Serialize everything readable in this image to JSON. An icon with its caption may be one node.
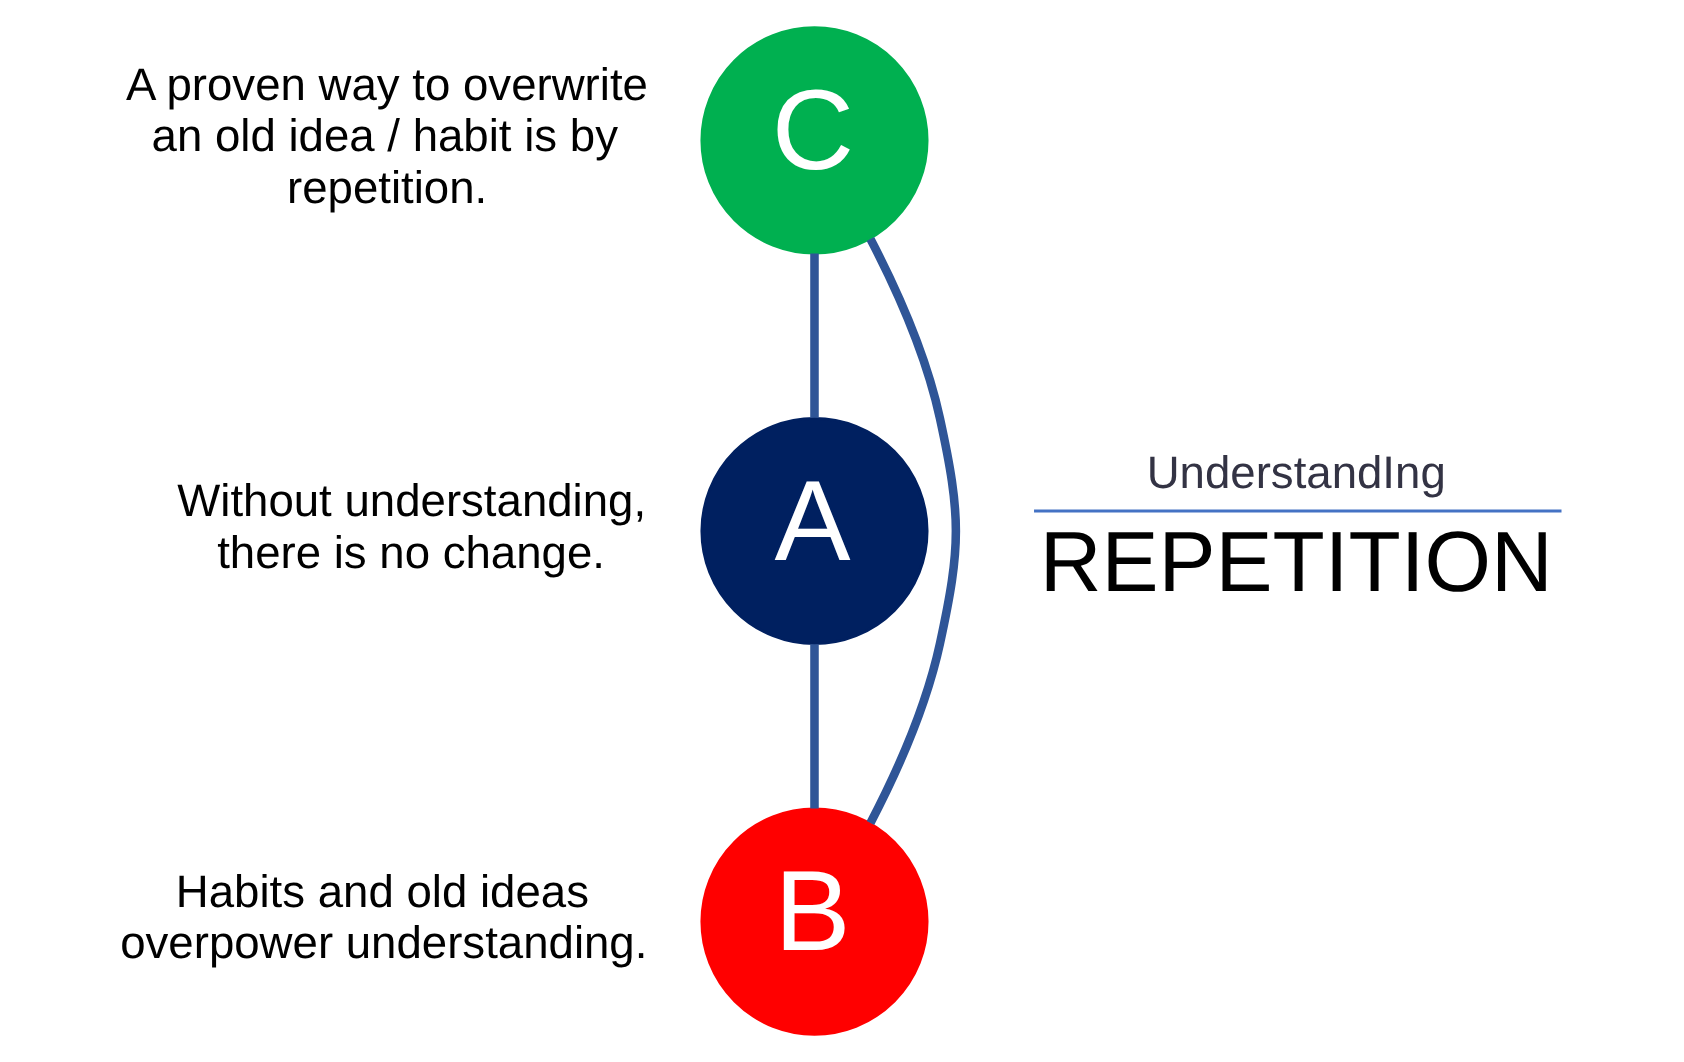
{
  "diagram": {
    "nodes": [
      {
        "text": [
          "A"
        ],
        "beside": [
          "Without understanding, there is no change."
        ]
      },
      {
        "text": [
          "B"
        ],
        "beside": [
          "Habits and old ideas overpower understanding."
        ]
      },
      {
        "text": [
          "C"
        ],
        "beside": [
          "A proven way to overwrite an old idea / habit is by repetition."
        ]
      }
    ],
    "edges": [
      {
        "from": 0,
        "to": 1,
        "arrow": "none"
      },
      {
        "from": 1,
        "to": 2,
        "arrow": "none"
      },
      {
        "from": 2,
        "to": 0,
        "arrow": "none"
      }
    ],
    "labels": [
      "UnderstandIng",
      "REPETITION"
    ]
  }
}
